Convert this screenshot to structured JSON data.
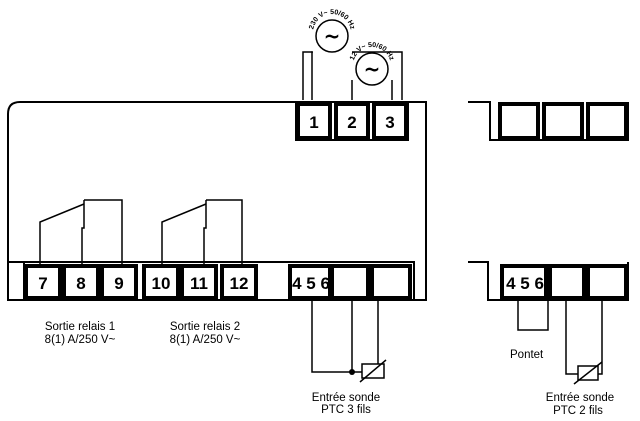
{
  "terminals_main_top": [
    "1",
    "2",
    "3"
  ],
  "terminals_relay1": [
    "7",
    "8",
    "9"
  ],
  "terminals_relay2": [
    "10",
    "11",
    "12"
  ],
  "terminal_probe_3wire": "4 5 6",
  "terminal_probe_2wire": "4 5 6",
  "labels": {
    "relay1_line1": "Sortie relais 1",
    "relay1_line2": "8(1) A/250 V~",
    "relay2_line1": "Sortie relais 2",
    "relay2_line2": "8(1) A/250 V~",
    "probe3_line1": "Entrée sonde",
    "probe3_line2": "PTC 3 fils",
    "probe2_line1": "Entrée sonde",
    "probe2_line2": "PTC 2 fils",
    "bridge": "Pontet"
  },
  "supply_dials": [
    {
      "symbol": "~",
      "arc_text": "230 V~  50/60 Hz"
    },
    {
      "symbol": "~",
      "arc_text": "12 V~  50/60 Hz"
    }
  ]
}
